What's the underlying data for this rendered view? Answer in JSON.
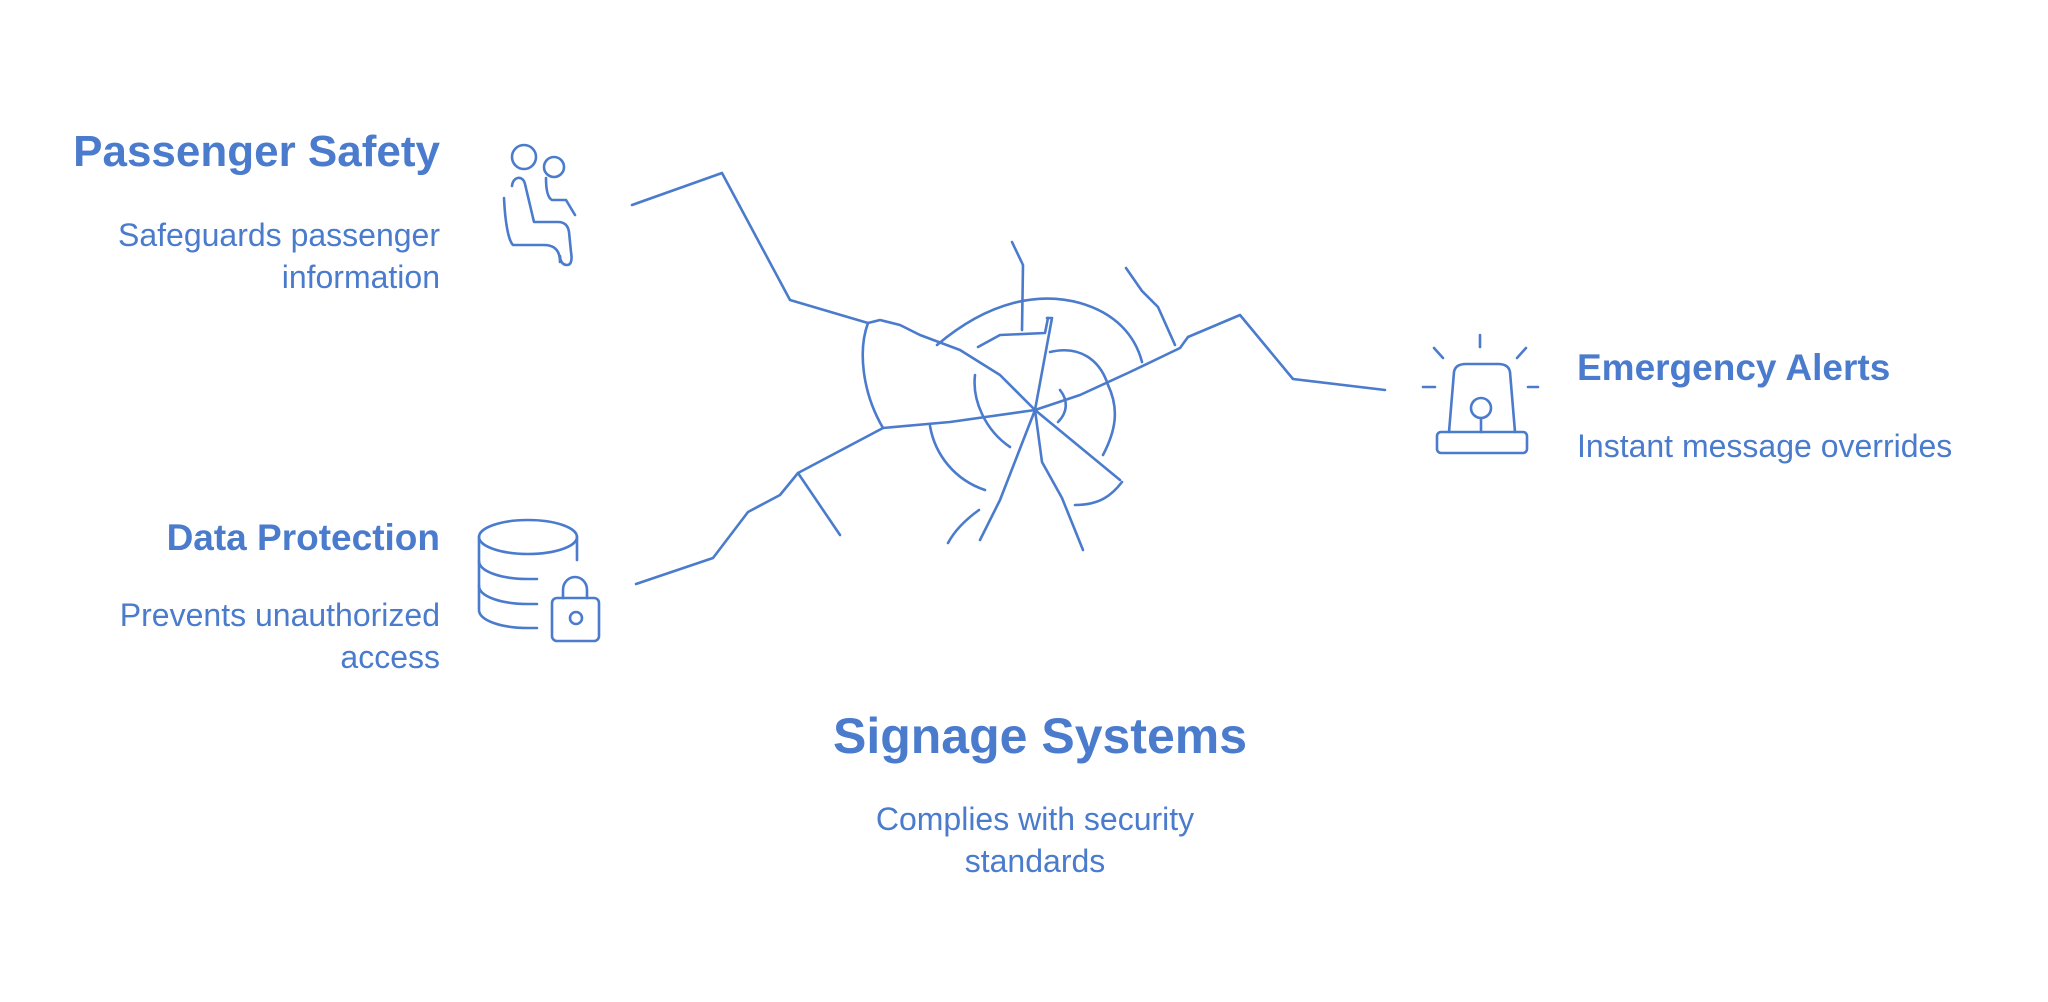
{
  "colors": {
    "accent": "#4a7bcc"
  },
  "center": {
    "title": "Signage Systems",
    "description": "Complies with security standards"
  },
  "items": [
    {
      "title": "Passenger Safety",
      "description": "Safeguards passenger information",
      "icon": "passenger-seat-icon"
    },
    {
      "title": "Data Protection",
      "description": "Prevents unauthorized access",
      "icon": "database-lock-icon"
    },
    {
      "title": "Emergency Alerts",
      "description": "Instant message overrides",
      "icon": "alarm-siren-icon"
    }
  ]
}
